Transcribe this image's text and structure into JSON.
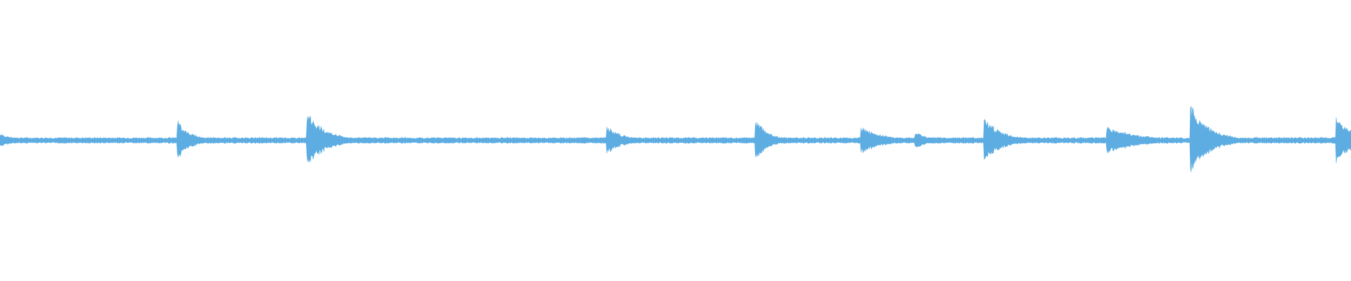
{
  "waveform": {
    "color": "#5dade2",
    "baseline_amplitude": 0.022,
    "peaks": [
      {
        "position": 0.0,
        "amplitude": 0.05,
        "decay": 0.012
      },
      {
        "position": 0.132,
        "amplitude": 0.14,
        "decay": 0.01
      },
      {
        "position": 0.228,
        "amplitude": 0.2,
        "decay": 0.014
      },
      {
        "position": 0.45,
        "amplitude": 0.1,
        "decay": 0.012
      },
      {
        "position": 0.56,
        "amplitude": 0.14,
        "decay": 0.01
      },
      {
        "position": 0.638,
        "amplitude": 0.1,
        "decay": 0.016
      },
      {
        "position": 0.678,
        "amplitude": 0.06,
        "decay": 0.01
      },
      {
        "position": 0.729,
        "amplitude": 0.16,
        "decay": 0.014
      },
      {
        "position": 0.82,
        "amplitude": 0.1,
        "decay": 0.024
      },
      {
        "position": 0.882,
        "amplitude": 0.25,
        "decay": 0.014
      },
      {
        "position": 0.99,
        "amplitude": 0.18,
        "decay": 0.012
      }
    ]
  }
}
